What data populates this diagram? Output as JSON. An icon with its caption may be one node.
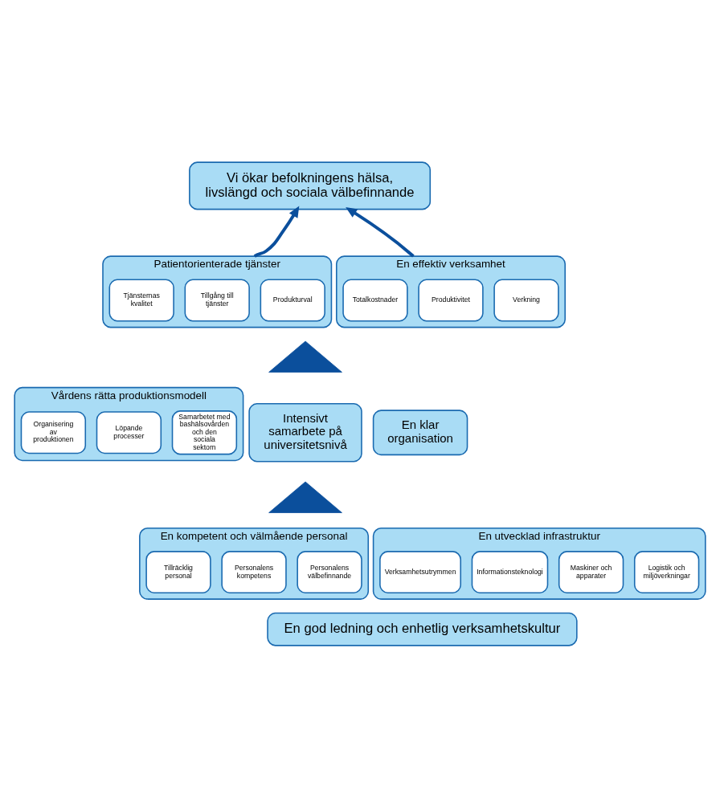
{
  "diagram": {
    "nodes": [
      {
        "text": [
          "Vi ökar befolkningens hälsa, livslängd och sociala välbefinnande"
        ]
      },
      {
        "text": [
          "Patientorienterade tjänster"
        ]
      },
      {
        "text": [
          "Tjänsternas kvalitet"
        ],
        "in": 1
      },
      {
        "text": [
          "Tillgång till tjänster"
        ],
        "in": 1
      },
      {
        "text": [
          "Produkturval"
        ],
        "in": 1
      },
      {
        "text": [
          "En effektiv verksamhet"
        ]
      },
      {
        "text": [
          "Totalkostnader"
        ],
        "in": 5
      },
      {
        "text": [
          "Produktivitet"
        ],
        "in": 5
      },
      {
        "text": [
          "Verkning"
        ],
        "in": 5
      },
      {
        "text": [],
        "shape": "triangle"
      },
      {
        "text": [
          "Vårdens rätta produktionsmodell"
        ]
      },
      {
        "text": [
          "Organisering av produktionen"
        ],
        "in": 10
      },
      {
        "text": [
          "Löpande processer"
        ],
        "in": 10
      },
      {
        "text": [
          "Samarbetet med bashälsovården och den sociala sektorn"
        ],
        "in": 10
      },
      {
        "text": [
          "Intensivt samarbete på universitetsnivå"
        ]
      },
      {
        "text": [
          "En klar organisation"
        ]
      },
      {
        "text": [],
        "shape": "triangle"
      },
      {
        "text": [
          "En kompetent och välmående personal"
        ]
      },
      {
        "text": [
          "Tillräcklig personal"
        ],
        "in": 17
      },
      {
        "text": [
          "Personalens kompetens"
        ],
        "in": 17
      },
      {
        "text": [
          "Personalens välbefinnande"
        ],
        "in": 17
      },
      {
        "text": [
          "En utvecklad infrastruktur"
        ]
      },
      {
        "text": [
          "Verksamhetsutrymmen"
        ],
        "in": 21
      },
      {
        "text": [
          "Informationsteknologi"
        ],
        "in": 21
      },
      {
        "text": [
          "Maskiner och apparater"
        ],
        "in": 21
      },
      {
        "text": [
          "Logistik och miljöverkningar"
        ],
        "in": 21
      },
      {
        "text": [
          "En god ledning och enhetlig verksamhetskultur"
        ]
      }
    ],
    "edges": [
      {
        "from": 1,
        "to": 0,
        "arrow": "to"
      },
      {
        "from": 5,
        "to": 0,
        "arrow": "to"
      }
    ]
  }
}
